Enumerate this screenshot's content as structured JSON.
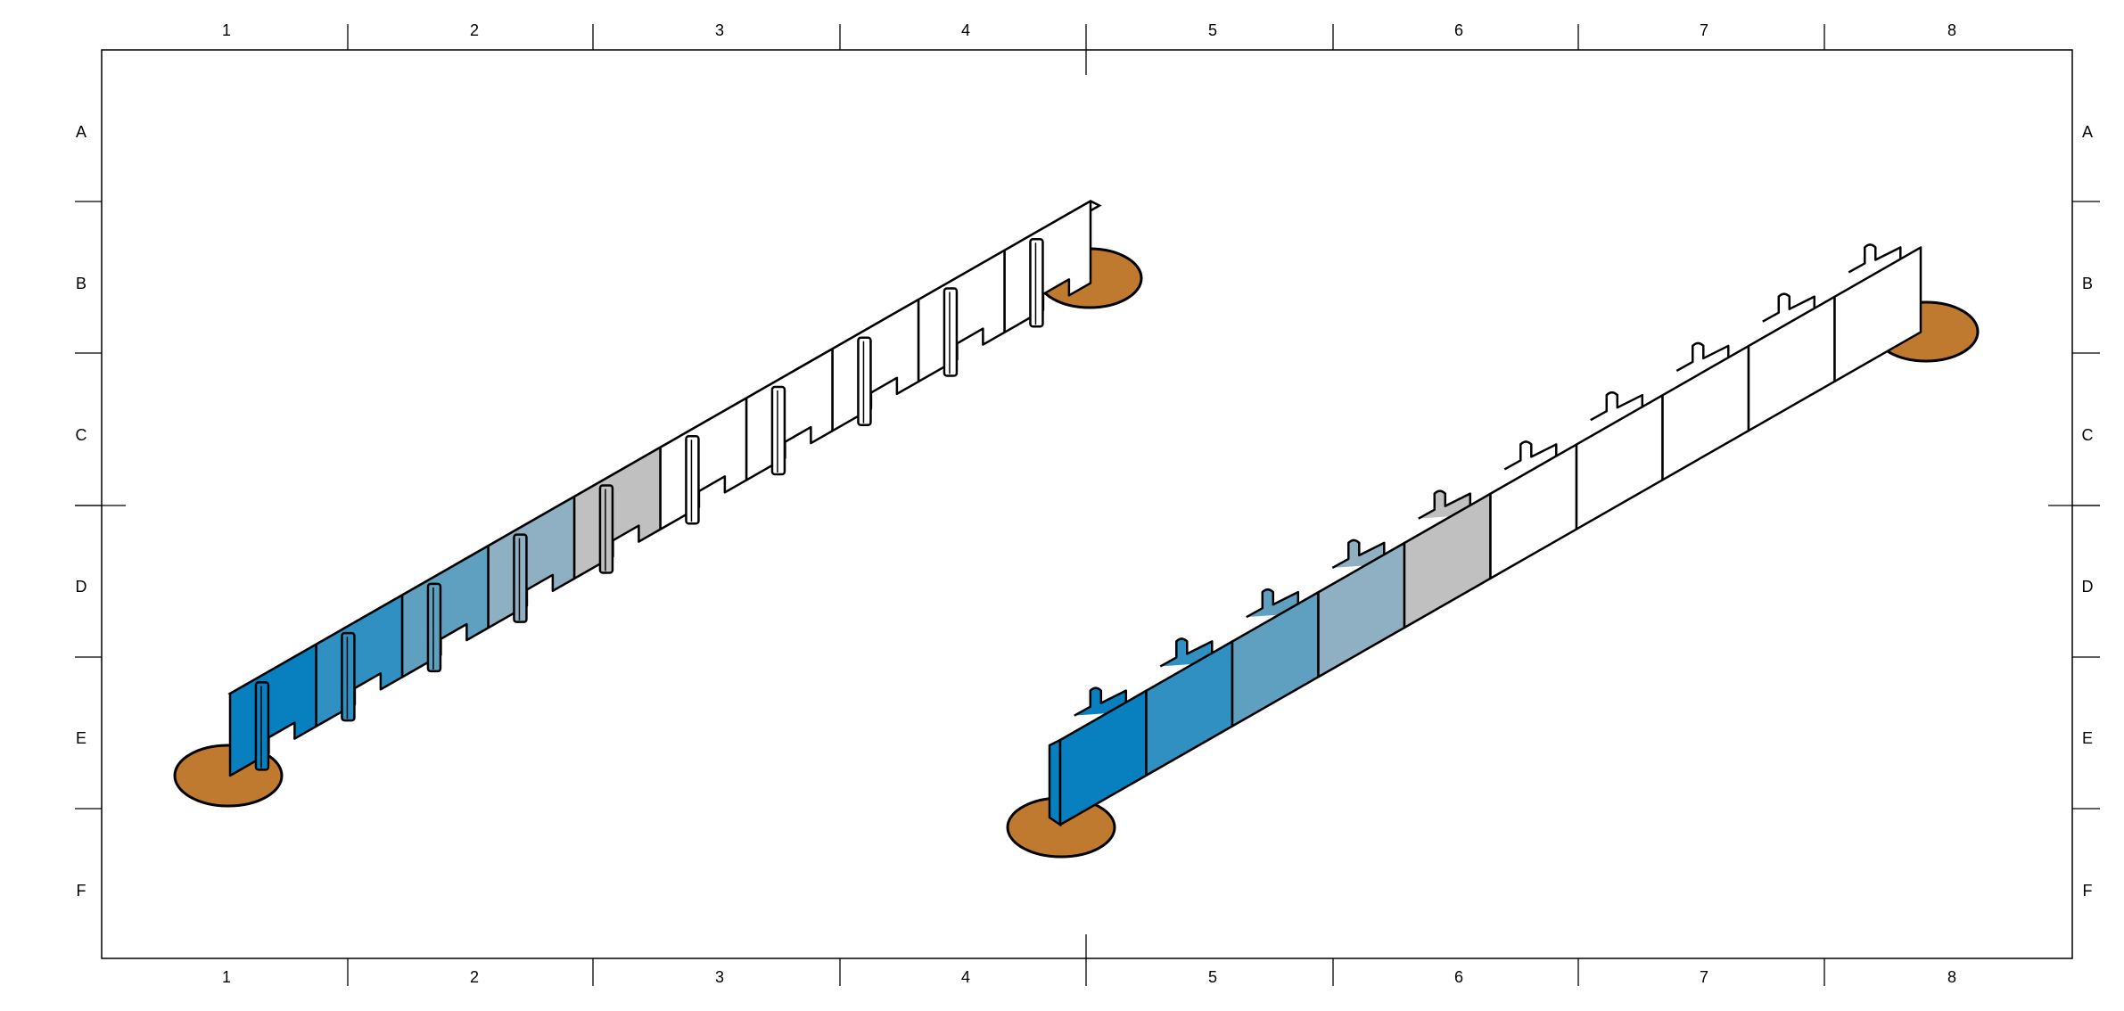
{
  "sheet": {
    "column_labels": [
      "1",
      "2",
      "3",
      "4",
      "5",
      "6",
      "7",
      "8"
    ],
    "row_labels": [
      "A",
      "B",
      "C",
      "D",
      "E",
      "F"
    ]
  },
  "colors": {
    "disk": "#c07a30",
    "panels": [
      "#0880c0",
      "#3090c2",
      "#5fa0c0",
      "#8fb0c2",
      "#c0c0c0",
      "#ffffff",
      "#ffffff",
      "#ffffff",
      "#ffffff",
      "#ffffff"
    ]
  },
  "views": [
    {
      "name": "wall-with-studs-view",
      "panel_count": 10
    },
    {
      "name": "wall-with-plate-view",
      "panel_count": 10
    }
  ]
}
